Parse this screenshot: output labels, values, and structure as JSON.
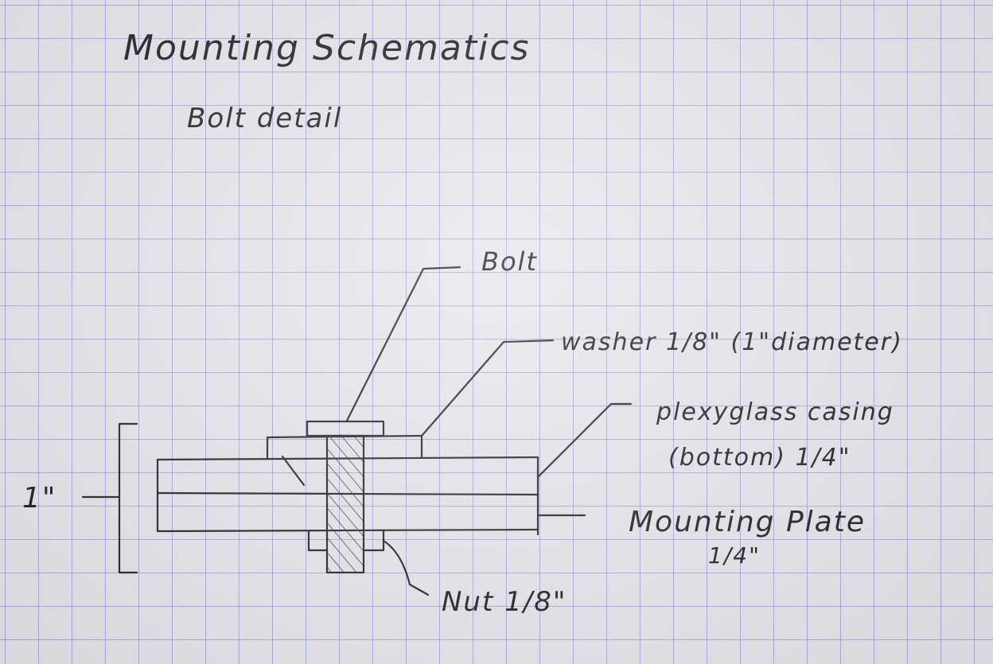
{
  "page": {
    "title": "Mounting Schematics",
    "subtitle": "Bolt detail"
  },
  "labels": {
    "bolt": "Bolt",
    "washer": "washer 1/8\" (1\"diameter)",
    "casing_line1": "plexyglass casing",
    "casing_line2": "(bottom) 1/4\"",
    "plate_line1": "Mounting Plate",
    "plate_line2": "1/4\"",
    "nut": "Nut 1/8\"",
    "dimension": "1\""
  },
  "colors": {
    "paper": "#e7e5ec",
    "grid": "#8a8fd4",
    "ink": "#1c1c22"
  }
}
